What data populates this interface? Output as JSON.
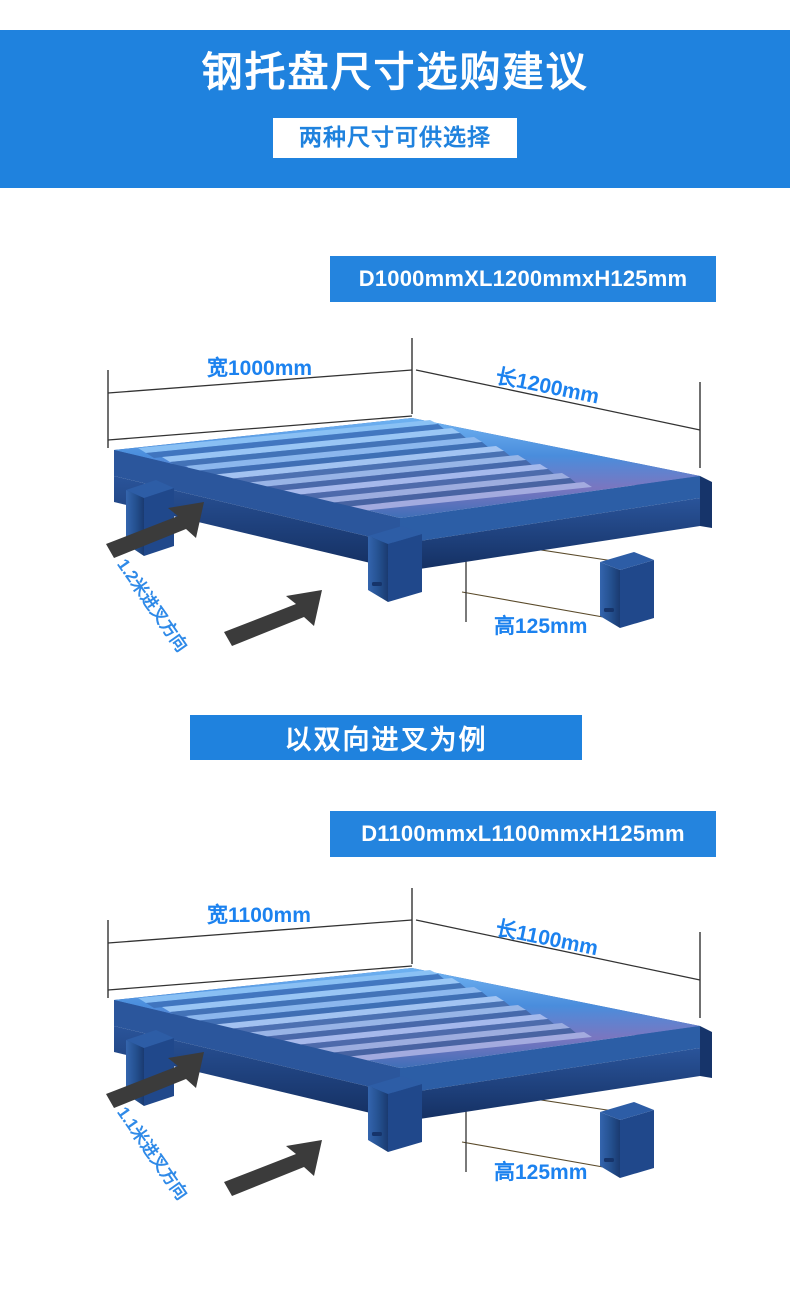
{
  "header": {
    "title": "钢托盘尺寸选购建议",
    "subtitle": "两种尺寸可供选择"
  },
  "mid_banner": {
    "label": "以双向进叉为例"
  },
  "sections": [
    {
      "id": "pallet-1000x1200",
      "spec_label": "D1000mmXL1200mmxH125mm",
      "width_label": "宽1000mm",
      "length_label": "长1200mm",
      "height_label": "高125mm",
      "fork_label": "1.2米进叉方向"
    },
    {
      "id": "pallet-1100x1100",
      "spec_label": "D1100mmxL1100mmxH125mm",
      "width_label": "宽1100mm",
      "length_label": "长1100mm",
      "height_label": "高125mm",
      "fork_label": "1.1米进叉方向"
    }
  ],
  "colors": {
    "banner_blue": "#1f82de",
    "spec_blue": "#2484de",
    "label_blue": "#1c82ef",
    "fork_blue": "#2f8ae8",
    "pallet_deck_light": "#5aa8ee",
    "pallet_deck_mid": "#3f7fd0",
    "pallet_deck_dark": "#2a4f8f",
    "pallet_rail": "#1c3f79",
    "pallet_leg": "#234a86",
    "arrow_dark": "#3a3a3a",
    "dim_line": "#333333",
    "background": "#ffffff"
  },
  "icons": {
    "fork_arrow": "arrow-up-right-icon",
    "callout_pointer": "triangle-pointer-icon"
  }
}
